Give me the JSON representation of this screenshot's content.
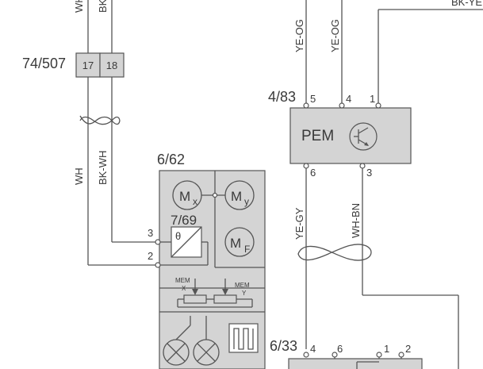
{
  "wire_labels": {
    "wh_top": "WH",
    "bk_top": "BK",
    "wh_left": "WH",
    "bk_wh": "BK-WH",
    "ye_og_1": "YE-OG",
    "ye_og_2": "YE-OG",
    "bk_ye_top": "BK-YE",
    "ye_gy": "YE-GY",
    "wh_bn": "WH-BN"
  },
  "connector_74_507": {
    "ref": "74/507",
    "pins": [
      "17",
      "18"
    ]
  },
  "module_6_62": {
    "ref": "6/62",
    "motors": [
      {
        "symbol": "M",
        "sub": "x"
      },
      {
        "symbol": "M",
        "sub": "y"
      },
      {
        "symbol": "M",
        "sub": "F"
      }
    ],
    "sensor_ref": "7/69",
    "theta": "θ",
    "pins": [
      "3",
      "2"
    ],
    "mem_x": {
      "line1": "MEM",
      "line2": "X"
    },
    "mem_y": {
      "line1": "MEM",
      "line2": "Y"
    }
  },
  "pem": {
    "ref": "4/83",
    "label": "PEM",
    "top_pins": [
      "5",
      "4",
      "1"
    ],
    "bottom_pins": [
      "6",
      "3"
    ]
  },
  "connector_6_33": {
    "ref": "6/33",
    "pins": [
      "4",
      "6",
      "1",
      "2"
    ]
  }
}
